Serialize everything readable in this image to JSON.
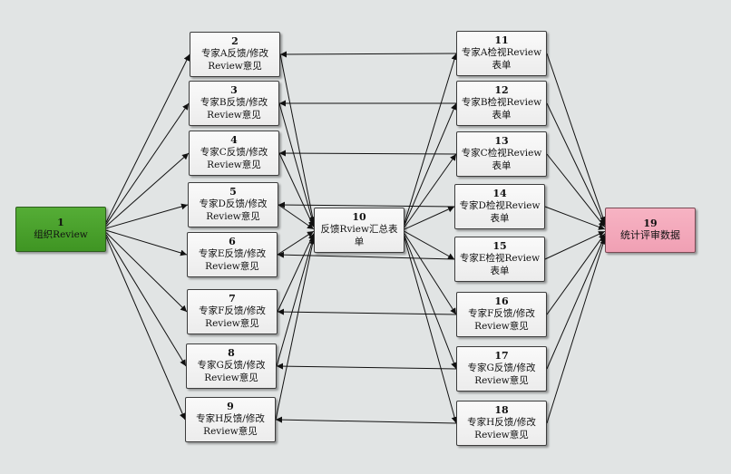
{
  "diagram": {
    "nodes": [
      {
        "id": "1",
        "name": "node-1-organize-review",
        "num": "1",
        "label": "组织Review",
        "kind": "start"
      },
      {
        "id": "2",
        "name": "node-2-expert-a-feedback",
        "num": "2",
        "label": "专家A反馈/修改\nReview意见"
      },
      {
        "id": "3",
        "name": "node-3-expert-b-feedback",
        "num": "3",
        "label": "专家B反馈/修改\nReview意见"
      },
      {
        "id": "4",
        "name": "node-4-expert-c-feedback",
        "num": "4",
        "label": "专家C反馈/修改\nReview意见"
      },
      {
        "id": "5",
        "name": "node-5-expert-d-feedback",
        "num": "5",
        "label": "专家D反馈/修改\nReview意见"
      },
      {
        "id": "6",
        "name": "node-6-expert-e-feedback",
        "num": "6",
        "label": "专家E反馈/修改\nReview意见"
      },
      {
        "id": "7",
        "name": "node-7-expert-f-feedback",
        "num": "7",
        "label": "专家F反馈/修改\nReview意见"
      },
      {
        "id": "8",
        "name": "node-8-expert-g-feedback",
        "num": "8",
        "label": "专家G反馈/修改\nReview意见"
      },
      {
        "id": "9",
        "name": "node-9-expert-h-feedback",
        "num": "9",
        "label": "专家H反馈/修改\nReview意见"
      },
      {
        "id": "10",
        "name": "node-10-feedback-summary",
        "num": "10",
        "label": "反馈Rview汇总表\n单"
      },
      {
        "id": "11",
        "name": "node-11-expert-a-inspect",
        "num": "11",
        "label": "专家A检视Review\n表单"
      },
      {
        "id": "12",
        "name": "node-12-expert-b-inspect",
        "num": "12",
        "label": "专家B检视Review\n表单"
      },
      {
        "id": "13",
        "name": "node-13-expert-c-inspect",
        "num": "13",
        "label": "专家C检视Review\n表单"
      },
      {
        "id": "14",
        "name": "node-14-expert-d-inspect",
        "num": "14",
        "label": "专家D检视Review\n表单"
      },
      {
        "id": "15",
        "name": "node-15-expert-e-inspect",
        "num": "15",
        "label": "专家E检视Review\n表单"
      },
      {
        "id": "16",
        "name": "node-16-expert-f-feedback",
        "num": "16",
        "label": "专家F反馈/修改\nReview意见"
      },
      {
        "id": "17",
        "name": "node-17-expert-g-feedback",
        "num": "17",
        "label": "专家G反馈/修改\nReview意见"
      },
      {
        "id": "18",
        "name": "node-18-expert-h-feedback",
        "num": "18",
        "label": "专家H反馈/修改\nReview意见"
      },
      {
        "id": "19",
        "name": "node-19-statistics",
        "num": "19",
        "label": "统计评审数据",
        "kind": "end"
      }
    ],
    "edges": [
      [
        "1",
        "2"
      ],
      [
        "1",
        "3"
      ],
      [
        "1",
        "4"
      ],
      [
        "1",
        "5"
      ],
      [
        "1",
        "6"
      ],
      [
        "1",
        "7"
      ],
      [
        "1",
        "8"
      ],
      [
        "1",
        "9"
      ],
      [
        "2",
        "10"
      ],
      [
        "3",
        "10"
      ],
      [
        "4",
        "10"
      ],
      [
        "5",
        "10"
      ],
      [
        "6",
        "10"
      ],
      [
        "7",
        "10"
      ],
      [
        "8",
        "10"
      ],
      [
        "9",
        "10"
      ],
      [
        "10",
        "11"
      ],
      [
        "10",
        "12"
      ],
      [
        "10",
        "13"
      ],
      [
        "10",
        "14"
      ],
      [
        "10",
        "15"
      ],
      [
        "10",
        "16"
      ],
      [
        "10",
        "17"
      ],
      [
        "10",
        "18"
      ],
      [
        "11",
        "2"
      ],
      [
        "12",
        "3"
      ],
      [
        "13",
        "4"
      ],
      [
        "14",
        "5"
      ],
      [
        "15",
        "6"
      ],
      [
        "16",
        "7"
      ],
      [
        "17",
        "8"
      ],
      [
        "18",
        "9"
      ],
      [
        "11",
        "19"
      ],
      [
        "12",
        "19"
      ],
      [
        "13",
        "19"
      ],
      [
        "14",
        "19"
      ],
      [
        "15",
        "19"
      ],
      [
        "16",
        "19"
      ],
      [
        "17",
        "19"
      ],
      [
        "18",
        "19"
      ]
    ]
  }
}
